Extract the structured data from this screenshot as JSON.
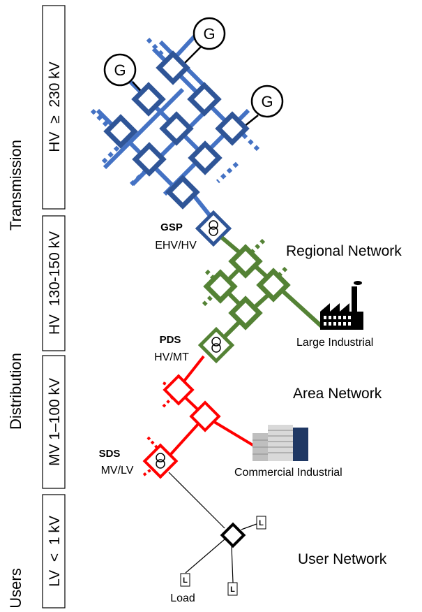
{
  "sections": {
    "transmission": "Transmission",
    "distribution": "Distribution",
    "users": "Users"
  },
  "voltage_boxes": {
    "hv_transmission": "HV  ≥  230 kV",
    "hv_distribution": "HV  130-150 kV",
    "mv": "MV 1–100 kV",
    "lv": "LV  <  1 kV"
  },
  "nodes": {
    "gsp_name": "GSP",
    "gsp_ratio": "EHV/HV",
    "pds_name": "PDS",
    "pds_ratio": "HV/MT",
    "sds_name": "SDS",
    "sds_ratio": "MV/LV"
  },
  "networks": {
    "regional": "Regional Network",
    "area": "Area Network",
    "user": "User Network"
  },
  "consumers": {
    "large_industrial": "Large Industrial",
    "commercial_industrial": "Commercial Industrial",
    "load": "Load"
  },
  "symbols": {
    "generator": "G",
    "load": "L"
  },
  "colors": {
    "transmission_line": "#4472c4",
    "transmission_node": "#2f5597",
    "regional": "#548235",
    "area": "#ff0000",
    "user": "#000000"
  }
}
